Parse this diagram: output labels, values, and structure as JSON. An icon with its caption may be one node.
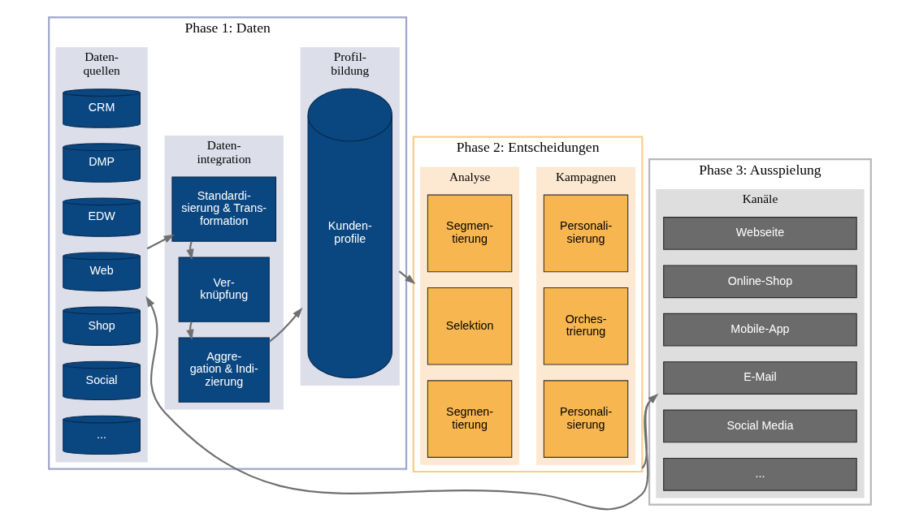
{
  "diagram": {
    "nodes": [
      {
        "text": [
          "Phase 1: Daten"
        ]
      },
      {
        "text": [
          "Daten- quellen"
        ],
        "in": 0
      },
      {
        "text": [
          "CRM"
        ],
        "in": 1
      },
      {
        "text": [
          "DMP"
        ],
        "in": 1
      },
      {
        "text": [
          "EDW"
        ],
        "in": 1
      },
      {
        "text": [
          "Web"
        ],
        "in": 1
      },
      {
        "text": [
          "Shop"
        ],
        "in": 1
      },
      {
        "text": [
          "Social"
        ],
        "in": 1
      },
      {
        "text": [
          "..."
        ],
        "in": 1
      },
      {
        "text": [
          "Daten- integration"
        ],
        "in": 0
      },
      {
        "text": [
          "Standardi- sierung & Trans- formation"
        ],
        "in": 9
      },
      {
        "text": [
          "Ver- knüpfung"
        ],
        "in": 9
      },
      {
        "text": [
          "Aggre- gation & Indi- zierung"
        ],
        "in": 9
      },
      {
        "text": [
          "Profil- bildung"
        ],
        "in": 0
      },
      {
        "text": [
          "Kunden- profile"
        ],
        "in": 13
      },
      {
        "text": [
          "Phase 2: Entscheidungen"
        ]
      },
      {
        "text": [
          "Analyse"
        ],
        "in": 15
      },
      {
        "text": [
          "Segmen- tierung"
        ],
        "in": 16
      },
      {
        "text": [
          "Selektion"
        ],
        "in": 16
      },
      {
        "text": [
          "Segmen- tierung"
        ],
        "in": 16
      },
      {
        "text": [
          "Kampagnen"
        ],
        "in": 15
      },
      {
        "text": [
          "Personali- sierung"
        ],
        "in": 20
      },
      {
        "text": [
          "Orches- trierung"
        ],
        "in": 20
      },
      {
        "text": [
          "Personali- sierung"
        ],
        "in": 20
      },
      {
        "text": [
          "Phase 3: Ausspielung"
        ]
      },
      {
        "text": [
          "Kanäle"
        ],
        "in": 24
      },
      {
        "text": [
          "Webseite"
        ],
        "in": 25
      },
      {
        "text": [
          "Online-Shop"
        ],
        "in": 25
      },
      {
        "text": [
          "Mobile-App"
        ],
        "in": 25
      },
      {
        "text": [
          "E-Mail"
        ],
        "in": 25
      },
      {
        "text": [
          "Social Media"
        ],
        "in": 25
      },
      {
        "text": [
          "..."
        ],
        "in": 25
      }
    ],
    "edges": [
      {
        "from": 1,
        "to": 10,
        "arrow": "to"
      },
      {
        "from": 10,
        "to": 11,
        "arrow": "to"
      },
      {
        "from": 11,
        "to": 12,
        "arrow": "to"
      },
      {
        "from": 12,
        "to": 13,
        "arrow": "to"
      },
      {
        "from": 13,
        "to": 15,
        "arrow": "to"
      },
      {
        "from": 15,
        "to": 25,
        "arrow": "to"
      },
      {
        "from": 24,
        "to": 1,
        "arrow": "to"
      }
    ]
  }
}
